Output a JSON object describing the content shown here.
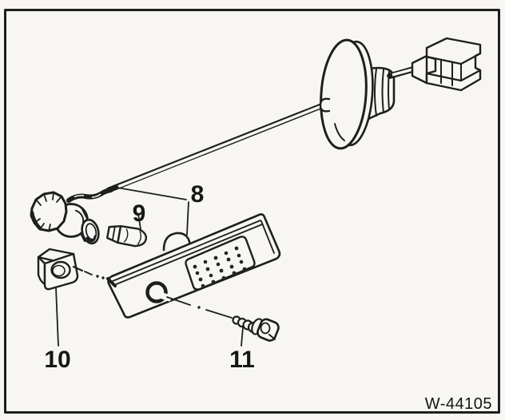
{
  "figure": {
    "reference_code": "W-44105",
    "callouts": [
      {
        "number": "8"
      },
      {
        "number": "9"
      },
      {
        "number": "10"
      },
      {
        "number": "11"
      }
    ]
  },
  "colors": {
    "ink": "#1e1e1e",
    "paper": "#f7f6f3"
  }
}
